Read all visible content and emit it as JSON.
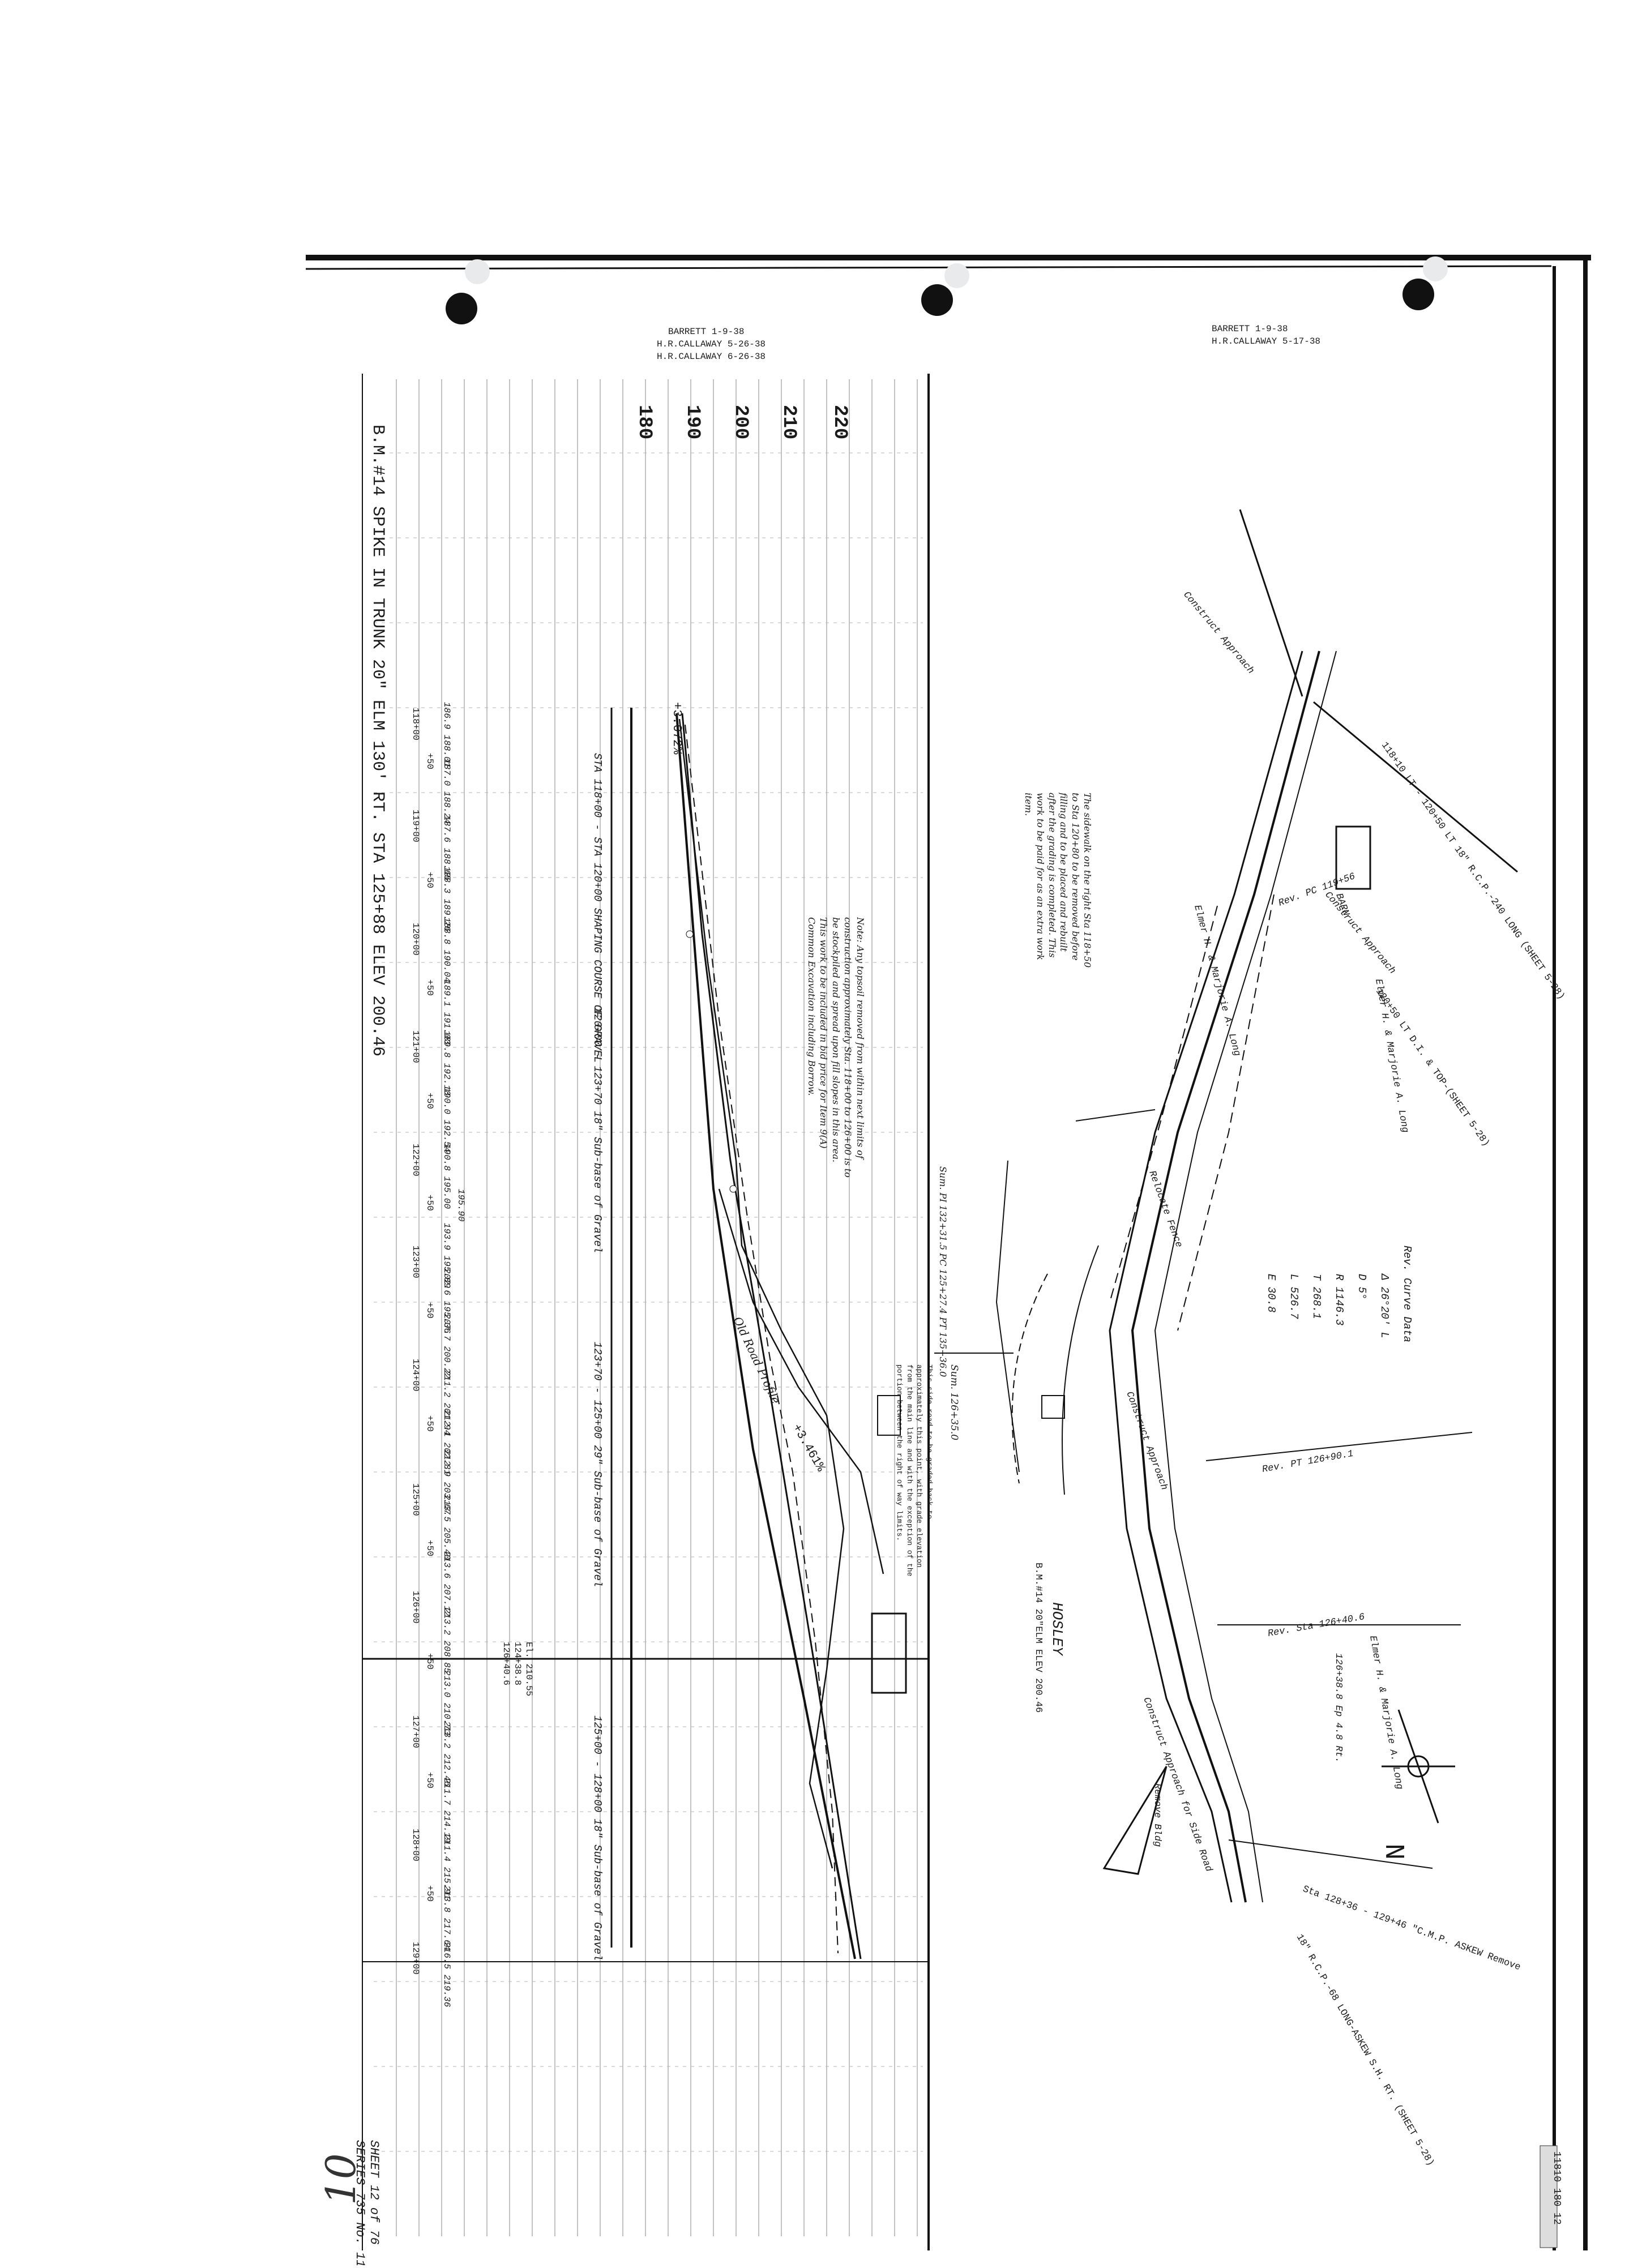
{
  "title_block": {
    "signatures_left": [
      "BARRETT 1-9-38",
      "H.R.CALLAWAY 5-26-38",
      "H.R.CALLAWAY 6-26-38"
    ],
    "signatures_right": [
      "BARRETT 1-9-38",
      "H.R.CALLAWAY 5-17-38"
    ]
  },
  "profile": {
    "elevation_labels": [
      "180",
      "190",
      "200",
      "210",
      "220"
    ],
    "benchmark": "B.M.#14 SPIKE IN TRUNK 20\" ELM 130' RT. STA 125+88 ELEV 200.46",
    "grade_note": "+3.072%",
    "grade_note_2": "+3.461%",
    "old_road_label": "Old Road Profile",
    "stations": [
      "118+00",
      "+50",
      "119+00",
      "+50",
      "120+00",
      "+50",
      "121+00",
      "+50",
      "122+00",
      "+50",
      "123+00",
      "+50",
      "124+00",
      "+50",
      "125+00",
      "+50",
      "126+00",
      "+50",
      "127+00",
      "+50",
      "128+00",
      "+50",
      "129+00"
    ],
    "elevations_pairs": [
      "186.9 188.01",
      "187.0 188.24",
      "187.6 188.65",
      "188.3 189.26",
      "188.8 190.04",
      "189.1 191.03",
      "189.8 192.18",
      "190.0 192.54",
      "190.8 195.00",
      "195.90",
      "193.9 195.89",
      "202.6 195.36",
      "207.7 200.22",
      "211.2 201.94",
      "212.1 202.81",
      "212.9 203.67",
      "213.5 205.40",
      "213.6 207.12",
      "213.2 208.85",
      "213.0 210.73",
      "213.2 212.46",
      "211.7 214.19",
      "211.4 215.91",
      "213.8 217.64",
      "216.5 219.36"
    ],
    "subbase_notes": [
      "STA 118+00 - STA 120+00 SHAPING COURSE OF GRAVEL",
      "120+00 - 123+70 18\" Sub-base of Gravel",
      "123+70 - 125+00 29\" Sub-base of Gravel",
      "125+00 - 128+00 18\" Sub-base of Gravel"
    ],
    "bottom_marks": [
      "126+40.6",
      "124+38.8",
      "El. 210.55"
    ],
    "topsoil_note": "Note: Any topsoil removed from within next limits of construction approximately Sta. 118+00 to 126+00 is to be stockpiled and spread upon fill slopes in this area. This work to be included in bid price for Item 9(A) Common Excavation including Borrow."
  },
  "plan": {
    "sidewalk_note": "The sidewalk on the right Sta 118+50 to Sta 120+80 to be removed before filling and to be placed and rebuilt after the grading is completed. This work to be paid for as an extra work item.",
    "pipe_notes": [
      "118+10 LT - 120+50 LT 18\" R.C.P.-240 LONG (SHEET 5-28)",
      "120+50 LT D.I. & TOP-(SHEET 5-28)",
      "18\" R.C.P.-68 LONG-ASKEW S.H. RT. (SHEET 5-28)"
    ],
    "curve_data": {
      "header": "Rev. Curve Data",
      "lines": [
        "Δ 26°20' L",
        "D 5°",
        "R 1146.3",
        "T 268.1",
        "L 526.7",
        "E 30.8"
      ]
    },
    "labels": [
      "Construct Approach",
      "Construct Approach",
      "Construct Approach for Side Road",
      "Construct Approach",
      "Elmer H. & Marjorie A. Long",
      "Elmer H. & Marjorie A. Long",
      "Elmer H. & Marjorie A. Long",
      "BARN",
      "Rev. PC 119+56",
      "Rev. PT 126+90.1",
      "Rev. Sta 126+40.6",
      "126+38.8 Ep 4.8 Rt.",
      "HOSLEY",
      "Relocate Fence",
      "Remove Bldg"
    ],
    "side_road_note": "This side road to be graded back to approximately this point, with grade elevation from the main line and with the exception of the portion between the right of way limits.",
    "sta_profile": "Sum. 126+35.0",
    "bm_box": "B.M.#14 20\"ELM ELEV 200.46",
    "pi_note": "Sum. PI 132+31.5 PC 125+27.4 PT 135+36.0",
    "remove_note": "Sta 128+36 - 129+46 \"C.M.P. ASKEW Remove",
    "north": "N"
  },
  "footer": {
    "series": "SERIES 735 No. 11810",
    "sheet": "SHEET 12 of 76",
    "page_number": "10",
    "corner_block": "11810  180  12"
  }
}
